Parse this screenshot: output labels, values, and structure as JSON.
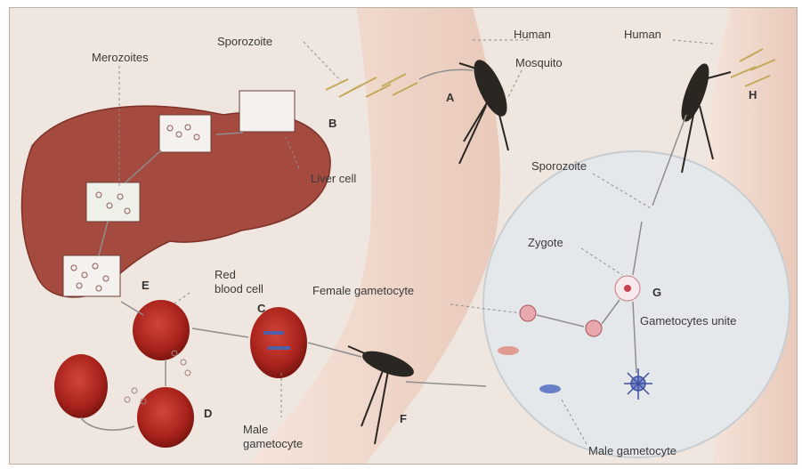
{
  "caption": "",
  "labels": {
    "sporozoite_top": "Sporozoite",
    "human_left": "Human",
    "human_right": "Human",
    "mosquito": "Mosquito",
    "merozoites": "Merozoites",
    "liver_cell": "Liver cell",
    "sporozoite_gut": "Sporozoite",
    "zygote": "Zygote",
    "red_blood_cell_1": "Red",
    "red_blood_cell_2": "blood cell",
    "female_gametocyte": "Female gametocyte",
    "gametocytes_unite": "Gametocytes unite",
    "male_gametocyte_1": "Male",
    "male_gametocyte_2": "gametocyte",
    "male_gametocyte_gut": "Male gametocyte"
  },
  "stages": {
    "A": "A",
    "B": "B",
    "C": "C",
    "D": "D",
    "E": "E",
    "F": "F",
    "G": "G",
    "H": "H"
  },
  "colors": {
    "background": "#efe6df",
    "liver": "#a7483d",
    "blood_cell": "#b12a22",
    "skin": "#f3d9cb",
    "gut_circle": "#e3e7ea",
    "mosquito": "#2a2622"
  }
}
